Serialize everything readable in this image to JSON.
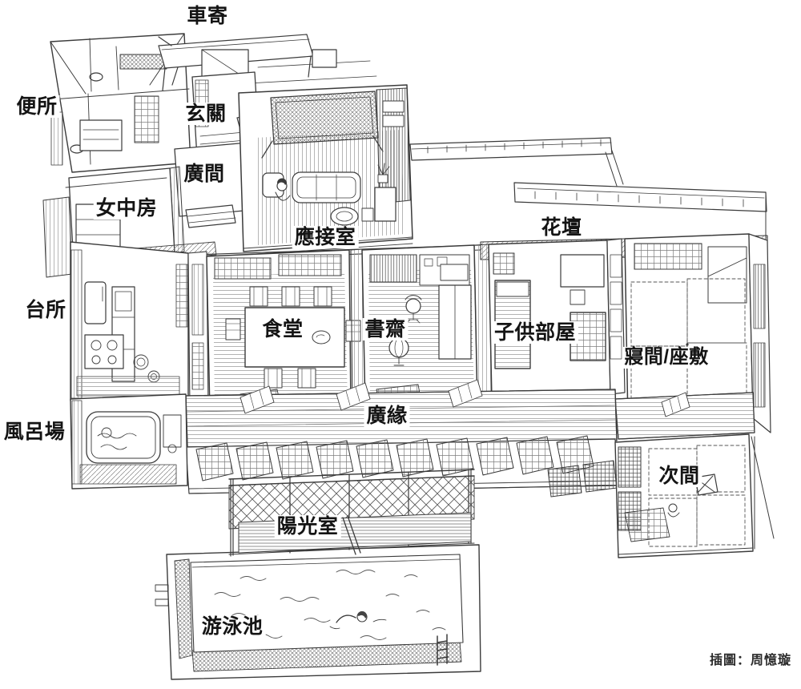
{
  "illustration": {
    "type": "hand-drawn axonometric house floor-plan",
    "ink_color": "#3b3b3b",
    "paper_color": "#ffffff"
  },
  "rooms": {
    "car_porch": "車寄",
    "toilet": "便所",
    "entrance": "玄關",
    "hall": "廣間",
    "maid_room": "女中房",
    "reception_room": "應接室",
    "flower_bed": "花壇",
    "kitchen": "台所",
    "dining_room": "食堂",
    "study": "書齋",
    "children_room": "子供部屋",
    "bedroom_zashiki": "寢間/座敷",
    "bathroom": "風呂場",
    "veranda": "廣緣",
    "next_room": "次間",
    "sunroom": "陽光室",
    "swimming_pool": "游泳池"
  },
  "credit": "插圖：周憶璇"
}
